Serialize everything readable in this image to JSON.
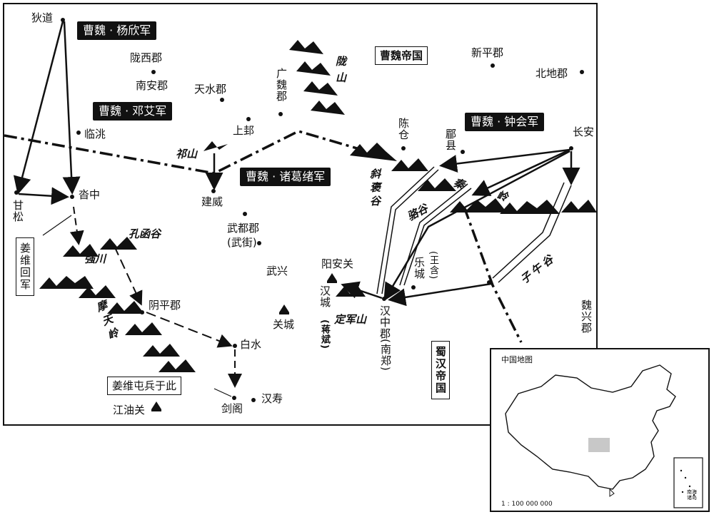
{
  "armies": {
    "yang_xin": "曹魏 · 杨欣军",
    "deng_ai": "曹魏 · 邓艾军",
    "zhong_hui": "曹魏 · 钟会军",
    "zhuge_xu": "曹魏 · 诸葛绪军"
  },
  "states": {
    "wei": "曹魏帝国",
    "shu": "蜀汉帝国"
  },
  "notes": {
    "jiang_wei_return": "姜维回军",
    "jiang_wei_station": "姜维屯兵于此"
  },
  "places": {
    "didao": "狄道",
    "longxi": "陇西郡",
    "nanan": "南安郡",
    "tianshui": "天水郡",
    "guangwei": "广魏郡",
    "xinping": "新平郡",
    "beidi": "北地郡",
    "lintao": "临洮",
    "shanggui": "上邽",
    "chencang": "陈仓",
    "meixian": "郿县",
    "changan": "长安",
    "gansong": "甘松",
    "tazhong": "沓中",
    "jianwei": "建威",
    "wudu": "武都郡",
    "wujie": "(武街)",
    "wuxing": "武兴",
    "yanganguan": "阳安关",
    "hancheng": "汉城",
    "jiangbin": "(蒋斌)",
    "lecheng": "乐城",
    "wanghan": "(王含)",
    "hanzhong": "汉中郡",
    "nanzheng": "(南郑)",
    "guancheng": "关城",
    "yinping": "阴平郡",
    "baishui": "白水",
    "jiange": "剑阁",
    "hanshou": "汉寿",
    "jiangyouguan": "江油关",
    "weixing": "魏兴郡"
  },
  "terrain": {
    "longshan": "陇山",
    "qishan": "祁山",
    "qinling": "秦岭",
    "qiangchuan": "强川",
    "kongqiangu": "孔函谷",
    "motianling": "摩天岭",
    "dingjunshan": "定军山",
    "xieyegu": "斜褒谷",
    "luogu": "骆谷",
    "ziwugu": "子午谷"
  },
  "inset": {
    "title": "中国地图",
    "scale": "1 : 100 000 000",
    "south_sea": "南海诸岛"
  }
}
